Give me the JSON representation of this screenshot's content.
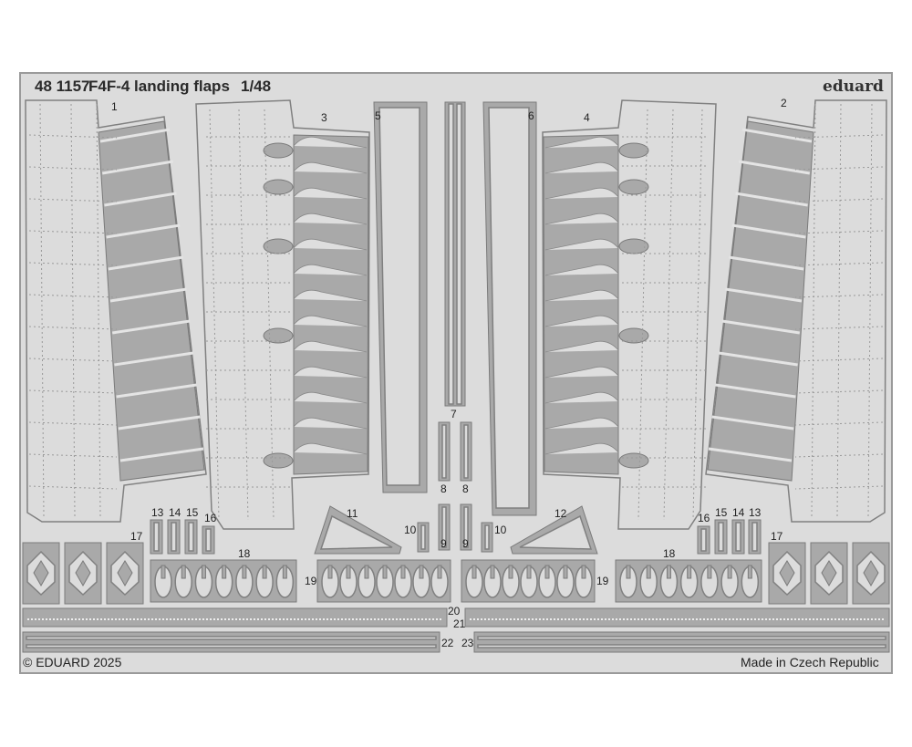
{
  "header": {
    "code": "48 1157",
    "title": "F4F-4 landing flaps",
    "scale": "1/48",
    "brand": "eduard"
  },
  "footer": {
    "copyright": "© EDUARD 2025",
    "origin": "Made in Czech Republic"
  },
  "part_labels": {
    "p1": "1",
    "p2": "2",
    "p3": "3",
    "p4": "4",
    "p5": "5",
    "p6": "6",
    "p7": "7",
    "p8a": "8",
    "p8b": "8",
    "p9a": "9",
    "p9b": "9",
    "p10a": "10",
    "p10b": "10",
    "p11": "11",
    "p12": "12",
    "p13a": "13",
    "p14a": "14",
    "p15a": "15",
    "p16a": "16",
    "p13b": "13",
    "p14b": "14",
    "p15b": "15",
    "p16b": "16",
    "p17a": "17",
    "p17b": "17",
    "p18a": "18",
    "p18b": "18",
    "p19a": "19",
    "p19b": "19",
    "p20": "20",
    "p21": "21",
    "p22": "22",
    "p23": "23"
  },
  "colors": {
    "fret": "#dcdcdc",
    "part": "#a9a9a9",
    "outline": "#7a7a7a"
  }
}
